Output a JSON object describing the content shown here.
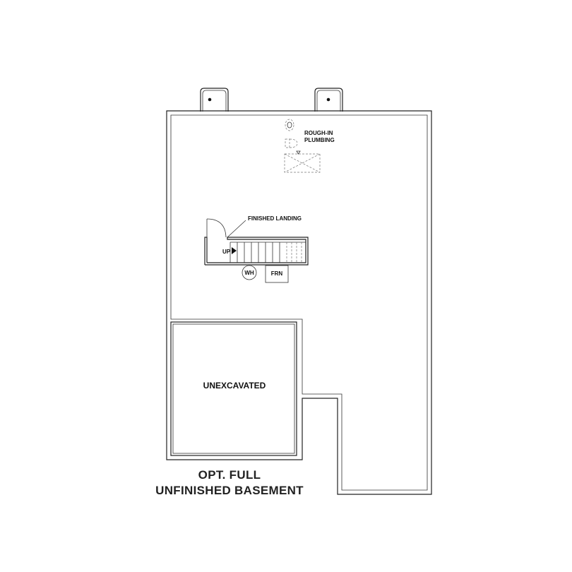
{
  "plan": {
    "labels": {
      "rough_in_line1": "ROUGH-IN",
      "rough_in_line2": "PLUMBING",
      "finished_landing": "FINISHED LANDING",
      "up": "UP",
      "water_heater": "WH",
      "furnace": "FRN",
      "unexcavated": "UNEXCAVATED"
    },
    "caption": {
      "line1": "OPT. FULL",
      "line2": "UNFINISHED BASEMENT"
    }
  },
  "colors": {
    "wall": "#222222",
    "text": "#111111",
    "background": "#ffffff"
  }
}
